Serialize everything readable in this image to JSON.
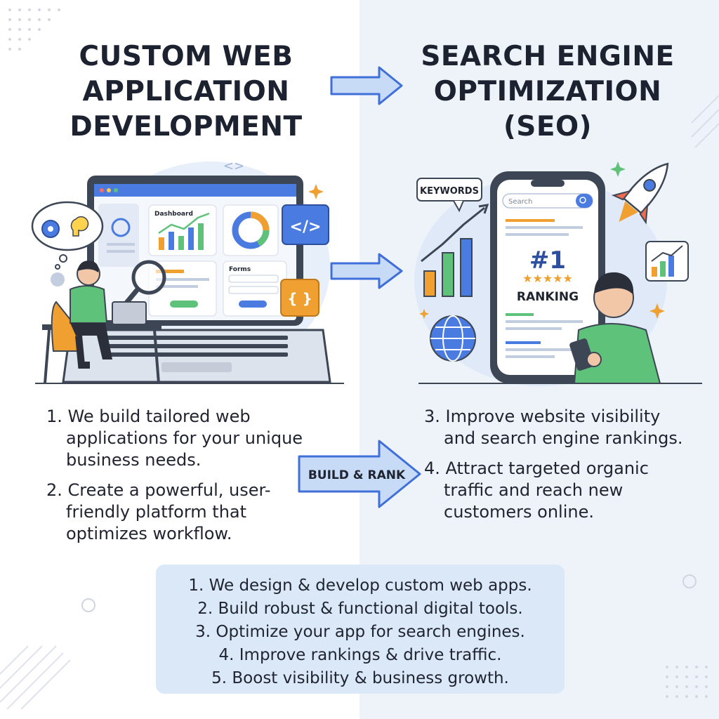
{
  "left": {
    "title_lines": [
      "CUSTOM WEB",
      "APPLICATION",
      "DEVELOPMENT"
    ],
    "screen_dashboard": "Dashboard",
    "screen_forms": "Forms",
    "points": [
      "1. We build tailored web applications for your unique business needs.",
      "2. Create a powerful, user-friendly platform that optimizes workflow."
    ]
  },
  "right": {
    "title_lines": [
      "SEARCH ENGINE",
      "OPTIMIZATION",
      "(SEO)"
    ],
    "keywords_label": "KEYWORDS",
    "search_placeholder": "Search",
    "rank_number": "#1",
    "rank_label": "RANKING",
    "stars": "★★★★★",
    "points": [
      "3. Improve website visibility and search engine rankings.",
      "4. Attract targeted organic traffic and reach new customers online."
    ]
  },
  "center_arrow_label": "BUILD & RANK",
  "summary": [
    "1. We design & develop custom web apps.",
    "2. Build robust & functional digital tools.",
    "3. Optimize your app for search engines.",
    "4. Improve rankings & drive traffic.",
    "5. Boost visibility & business growth."
  ],
  "colors": {
    "accent_blue": "#3f6fd8",
    "arrow_fill": "#c7daf6",
    "green": "#5ec27a",
    "orange": "#f0a030",
    "summary_bg": "#dbe8f8"
  }
}
